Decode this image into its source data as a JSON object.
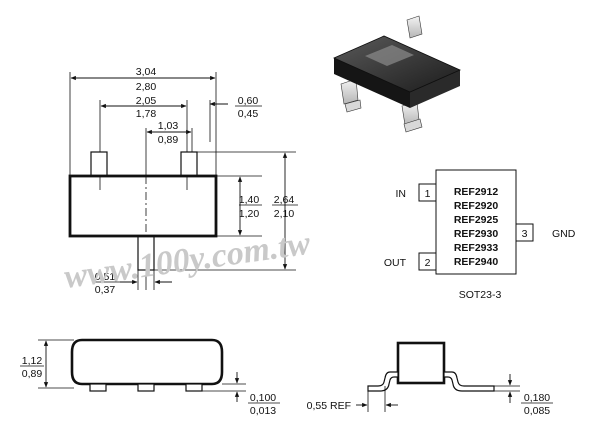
{
  "dimensions": {
    "top_overall_width": {
      "max": "3,04",
      "min": "2,80"
    },
    "top_lead_span": {
      "max": "2,05",
      "min": "1,78"
    },
    "top_lead_pitch": {
      "max": "1,03",
      "min": "0,89"
    },
    "top_lead_length": {
      "max": "0,60",
      "min": "0,45"
    },
    "top_body_width": {
      "max": "1,40",
      "min": "1,20"
    },
    "top_overall_height": {
      "max": "2,64",
      "min": "2,10"
    },
    "top_lead_width": {
      "max": "0,51",
      "min": "0,37"
    },
    "side_height": {
      "max": "1,12",
      "min": "0,89"
    },
    "side_standoff": {
      "max": "0,100",
      "min": "0,013"
    },
    "end_foot_length": "0,55 REF",
    "end_lead_thickness": {
      "max": "0,180",
      "min": "0,085"
    }
  },
  "pinout": {
    "pins": [
      {
        "number": "1",
        "label": "IN"
      },
      {
        "number": "2",
        "label": "OUT"
      },
      {
        "number": "3",
        "label": "GND"
      }
    ],
    "parts": [
      "REF2912",
      "REF2920",
      "REF2925",
      "REF2930",
      "REF2933",
      "REF2940"
    ],
    "package": "SOT23-3"
  },
  "watermark": "www.100y.com.tw"
}
